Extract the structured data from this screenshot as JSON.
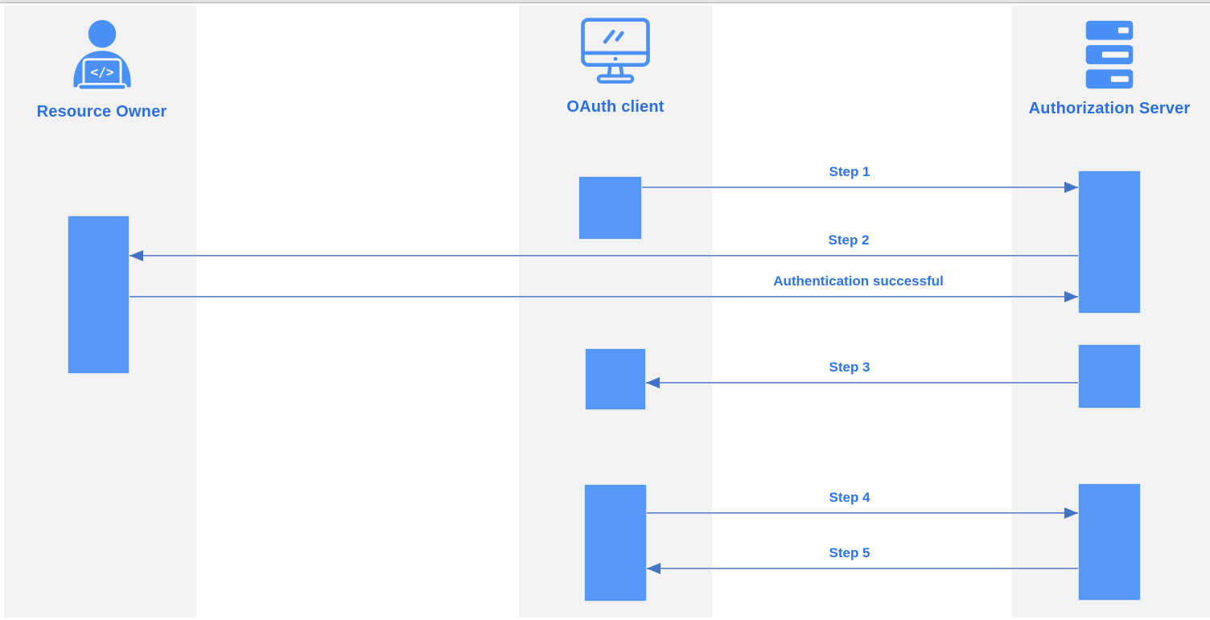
{
  "diagram": {
    "type": "sequence-diagram",
    "subject": "OAuth authorization flow",
    "actors": [
      {
        "label": "Resource Owner",
        "icon": "person-laptop-icon"
      },
      {
        "label": "OAuth client",
        "icon": "monitor-icon"
      },
      {
        "label": "Authorization Server",
        "icon": "server-stack-icon"
      }
    ],
    "messages": [
      {
        "label": "Step 1",
        "from": "OAuth client",
        "to": "Authorization Server",
        "direction": "right"
      },
      {
        "label": "Step 2",
        "from": "Authorization Server",
        "to": "Resource Owner",
        "direction": "left"
      },
      {
        "label": "Authentication successful",
        "from": "Resource Owner",
        "to": "Authorization Server",
        "direction": "right"
      },
      {
        "label": "Step 3",
        "from": "Authorization Server",
        "to": "OAuth client",
        "direction": "left"
      },
      {
        "label": "Step 4",
        "from": "OAuth client",
        "to": "Authorization Server",
        "direction": "right"
      },
      {
        "label": "Step 5",
        "from": "Authorization Server",
        "to": "OAuth client",
        "direction": "left"
      }
    ],
    "colors": {
      "lane_background": "#f2f2f2",
      "activation_box": "#5596f6",
      "icon_blue": "#4a90f5",
      "label_text": "#2d72e6",
      "arrow_line": "#7a97d2",
      "arrow_head": "#4472c4"
    }
  }
}
